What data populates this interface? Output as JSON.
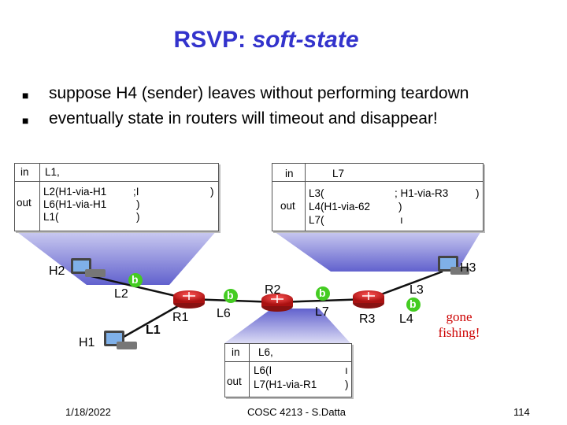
{
  "slide": {
    "title_main": "RSVP:",
    "title_italic": "soft-state",
    "bullets": [
      "suppose H4 (sender) leaves without performing teardown",
      "eventually state in routers will timeout and disappear!"
    ]
  },
  "tables": {
    "left": {
      "in_label": "in",
      "in_value": "L1,",
      "out_label": "out",
      "rows": [
        "L2(H1-via-H1",
        "L6(H1-via-H1",
        "L1("
      ],
      "col2": [
        ";I",
        ")",
        ")"
      ],
      "col3": ")"
    },
    "right": {
      "in_label": "in",
      "in_value": "L7",
      "out_label": "out",
      "rows": [
        "L3(",
        "L4(H1-via-62",
        "L7("
      ],
      "col2": [
        "; H1-via-R3",
        ")",
        "ı"
      ],
      "col3": ")"
    },
    "middle": {
      "in_label": "in",
      "in_value": "L6,",
      "out_label": "out",
      "rows": [
        "L6(I",
        "L7(H1-via-R1"
      ],
      "col2": [
        "ı",
        ")"
      ]
    }
  },
  "network": {
    "hosts": {
      "h1": "H1",
      "h2": "H2",
      "h3": "H3"
    },
    "routers": {
      "r1": "R1",
      "r2": "R2",
      "r3": "R3"
    },
    "links": {
      "l1": "L1",
      "l2": "L2",
      "l3": "L3",
      "l4": "L4",
      "l6": "L6",
      "l7": "L7"
    },
    "badge": "b",
    "gone": [
      "gone",
      "fishing!"
    ]
  },
  "footer": {
    "date": "1/18/2022",
    "course": "COSC 4213 - S.Datta",
    "page": "114"
  },
  "colors": {
    "title": "#3333cc",
    "router": "#cc2222",
    "badge": "#44cc22",
    "trapezoid": "#5555cc",
    "gone": "#cc0000"
  }
}
